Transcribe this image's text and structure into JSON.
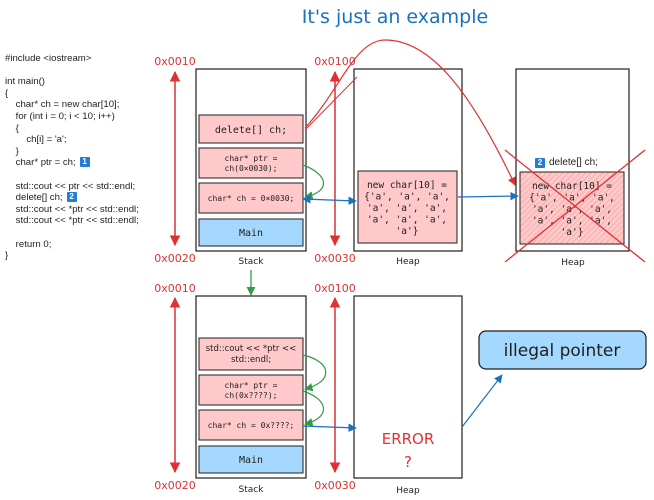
{
  "title": "It's just an example",
  "code_lines": [
    {
      "text": "#include <iostream>"
    },
    {
      "text": ""
    },
    {
      "text": "int main()"
    },
    {
      "text": "{"
    },
    {
      "text": "    char* ch = new char[10];"
    },
    {
      "text": "    for (int i = 0; i < 10; i++)"
    },
    {
      "text": "    {"
    },
    {
      "text": "        ch[i] = 'a';"
    },
    {
      "text": "    }"
    },
    {
      "text": "    char* ptr = ch;",
      "badge": "1"
    },
    {
      "text": ""
    },
    {
      "text": "    std::cout << ptr << std::endl;"
    },
    {
      "text": "    delete[] ch;",
      "badge": "2"
    },
    {
      "text": "    std::cout << *ptr << std::endl;"
    },
    {
      "text": "    std::cout << *ptr << std::endl;"
    },
    {
      "text": ""
    },
    {
      "text": "    return 0;"
    },
    {
      "text": "}"
    }
  ],
  "addresses": {
    "stack_top": "0x0010",
    "stack_bottom": "0x0020",
    "heap_top": "0x0100",
    "heap_bottom": "0x0030"
  },
  "labels": {
    "stack": "Stack",
    "heap": "Heap"
  },
  "top_stack_frames": [
    "delete[] ch;",
    "char* ptr =\nch(0×0030);",
    "char* ch = 0×0030;",
    "Main"
  ],
  "bottom_stack_frames": [
    "std::cout << *ptr <<\nstd::endl;",
    "char* ptr =\nch(0x????);",
    "char* ch = 0x????;",
    "Main"
  ],
  "heap_block": "new char[10] =\n{'a', 'a', 'a',\n'a', 'a', 'a',\n'a', 'a', 'a',\n'a'}",
  "deleted_label": {
    "badge": "2",
    "text": "delete[] ch;"
  },
  "error_text": "ERROR",
  "error_mark": "?",
  "illegal_label": "illegal pointer",
  "colors": {
    "red": "#e03131",
    "blue": "#1971c2",
    "green": "#2f9e44",
    "frame_fill": "#ffc9c9",
    "main_fill": "#a5d8ff",
    "callout_fill": "#a5d8ff",
    "stroke": "#1e1e1e"
  }
}
